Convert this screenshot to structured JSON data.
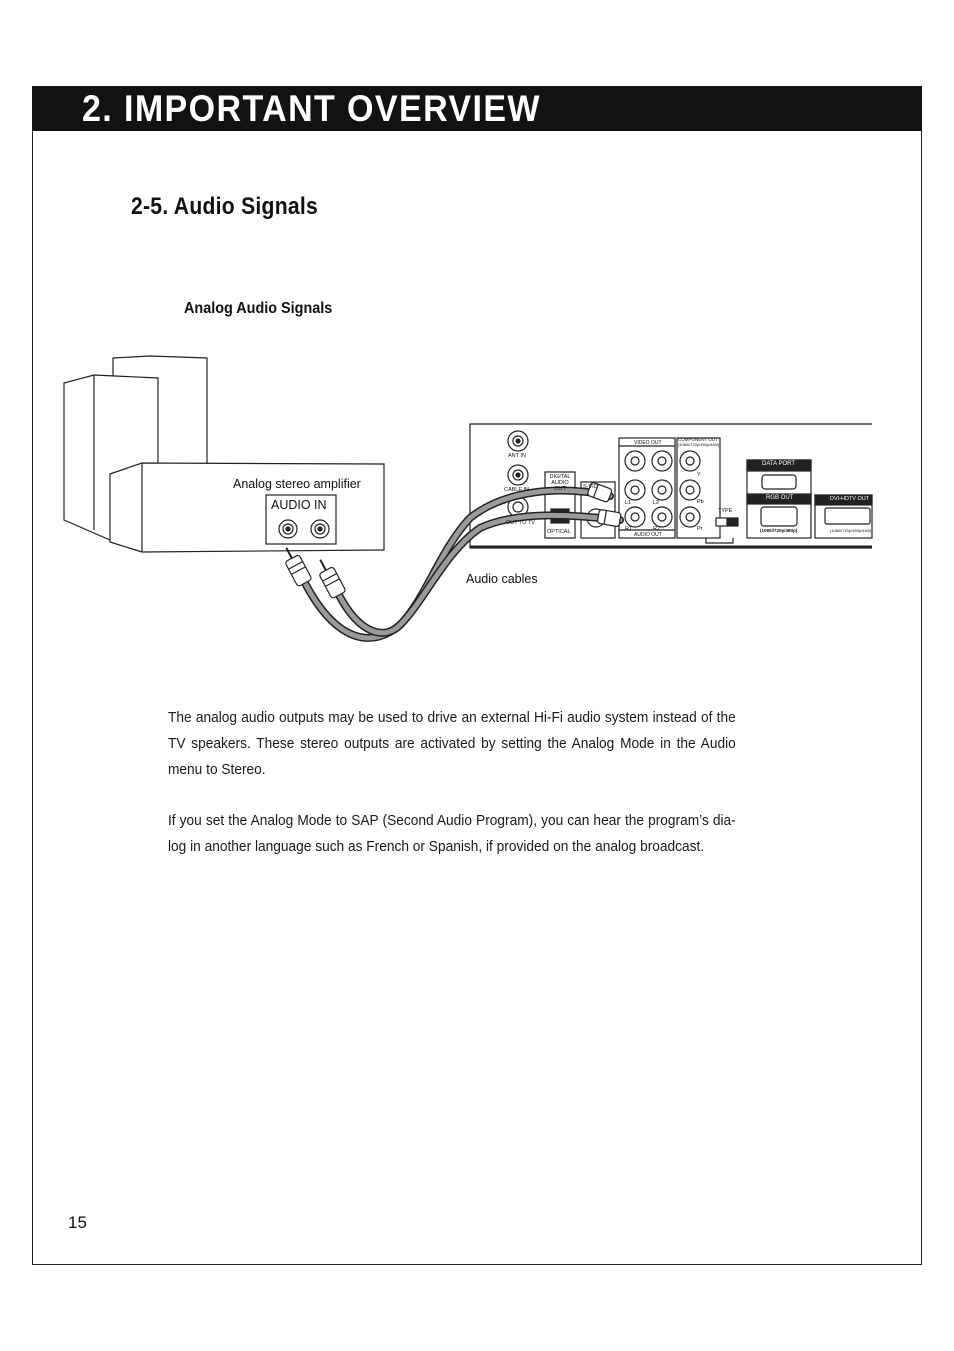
{
  "header": {
    "title": "2.  IMPORTANT OVERVIEW"
  },
  "section": {
    "title": "2-5.  Audio Signals"
  },
  "subsection": {
    "title": "Analog Audio Signals"
  },
  "figure": {
    "amplifier_label": "Analog stereo amplifier",
    "audio_in_label": "AUDIO IN",
    "cables_label": "Audio cables",
    "panel": {
      "ant_in": "ANT IN",
      "cable_in": "CABLE IN",
      "out_to_tv": "OUT TO TV",
      "digital_audio_out": "DIGITAL AUDIO OUT",
      "optical": "OPTICAL",
      "s_video": "S-VID",
      "video_out": "VIDEO OUT",
      "component_out": "COMPONENT OUT",
      "component_sub": "(1080i/720p/480p/480i)",
      "audio_out": "AUDIO OUT",
      "l1": "L1",
      "l2": "L2",
      "r1": "R1",
      "r2": "R2",
      "y": "Y",
      "pb": "Pb",
      "pr": "Pr",
      "type": "TYPE",
      "data_port": "DATA PORT",
      "rgb_out": "RGB OUT",
      "rgb_sub": "(1080i/720p/480p)",
      "dvi_out": "DVI-HDTV OUT",
      "dvi_sub": "(1080i/720p/480p/480i)"
    }
  },
  "body": {
    "paragraph1": "The analog audio outputs may be used to drive an external Hi-Fi audio system instead of the TV speakers.  These stereo outputs are activated by setting the Analog Mode in the Audio menu to Stereo.",
    "paragraph2": "If you set the Analog Mode to SAP (Second Audio Program), you can hear the program’s dia-log in another language such as French or Spanish, if provided on the analog broadcast."
  },
  "footer": {
    "page_number": "15"
  }
}
